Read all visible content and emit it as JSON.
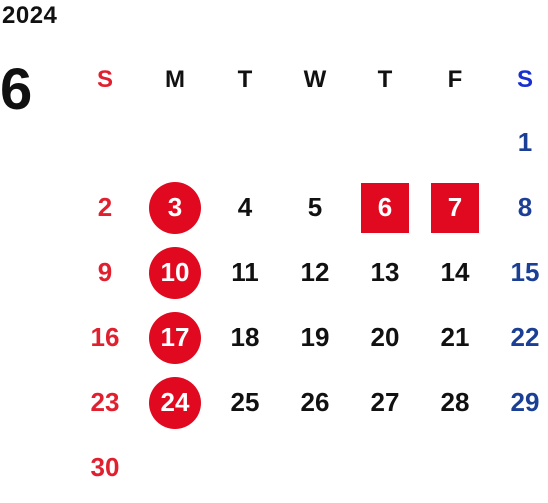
{
  "year": "2024",
  "month": "6",
  "weekdays": [
    "S",
    "M",
    "T",
    "W",
    "T",
    "F",
    "S"
  ],
  "weeks": [
    [
      "",
      "",
      "",
      "",
      "",
      "",
      "1"
    ],
    [
      "2",
      "3",
      "4",
      "5",
      "6",
      "7",
      "8"
    ],
    [
      "9",
      "10",
      "11",
      "12",
      "13",
      "14",
      "15"
    ],
    [
      "16",
      "17",
      "18",
      "19",
      "20",
      "21",
      "22"
    ],
    [
      "23",
      "24",
      "25",
      "26",
      "27",
      "28",
      "29"
    ],
    [
      "30",
      "",
      "",
      "",
      "",
      "",
      ""
    ]
  ],
  "marked_circle": [
    "3",
    "10",
    "17",
    "24"
  ],
  "marked_square": [
    "6",
    "7"
  ],
  "colors": {
    "sunday": "#e0202f",
    "saturday": "#1a3f94",
    "highlight": "#e0091f",
    "text": "#111111"
  }
}
